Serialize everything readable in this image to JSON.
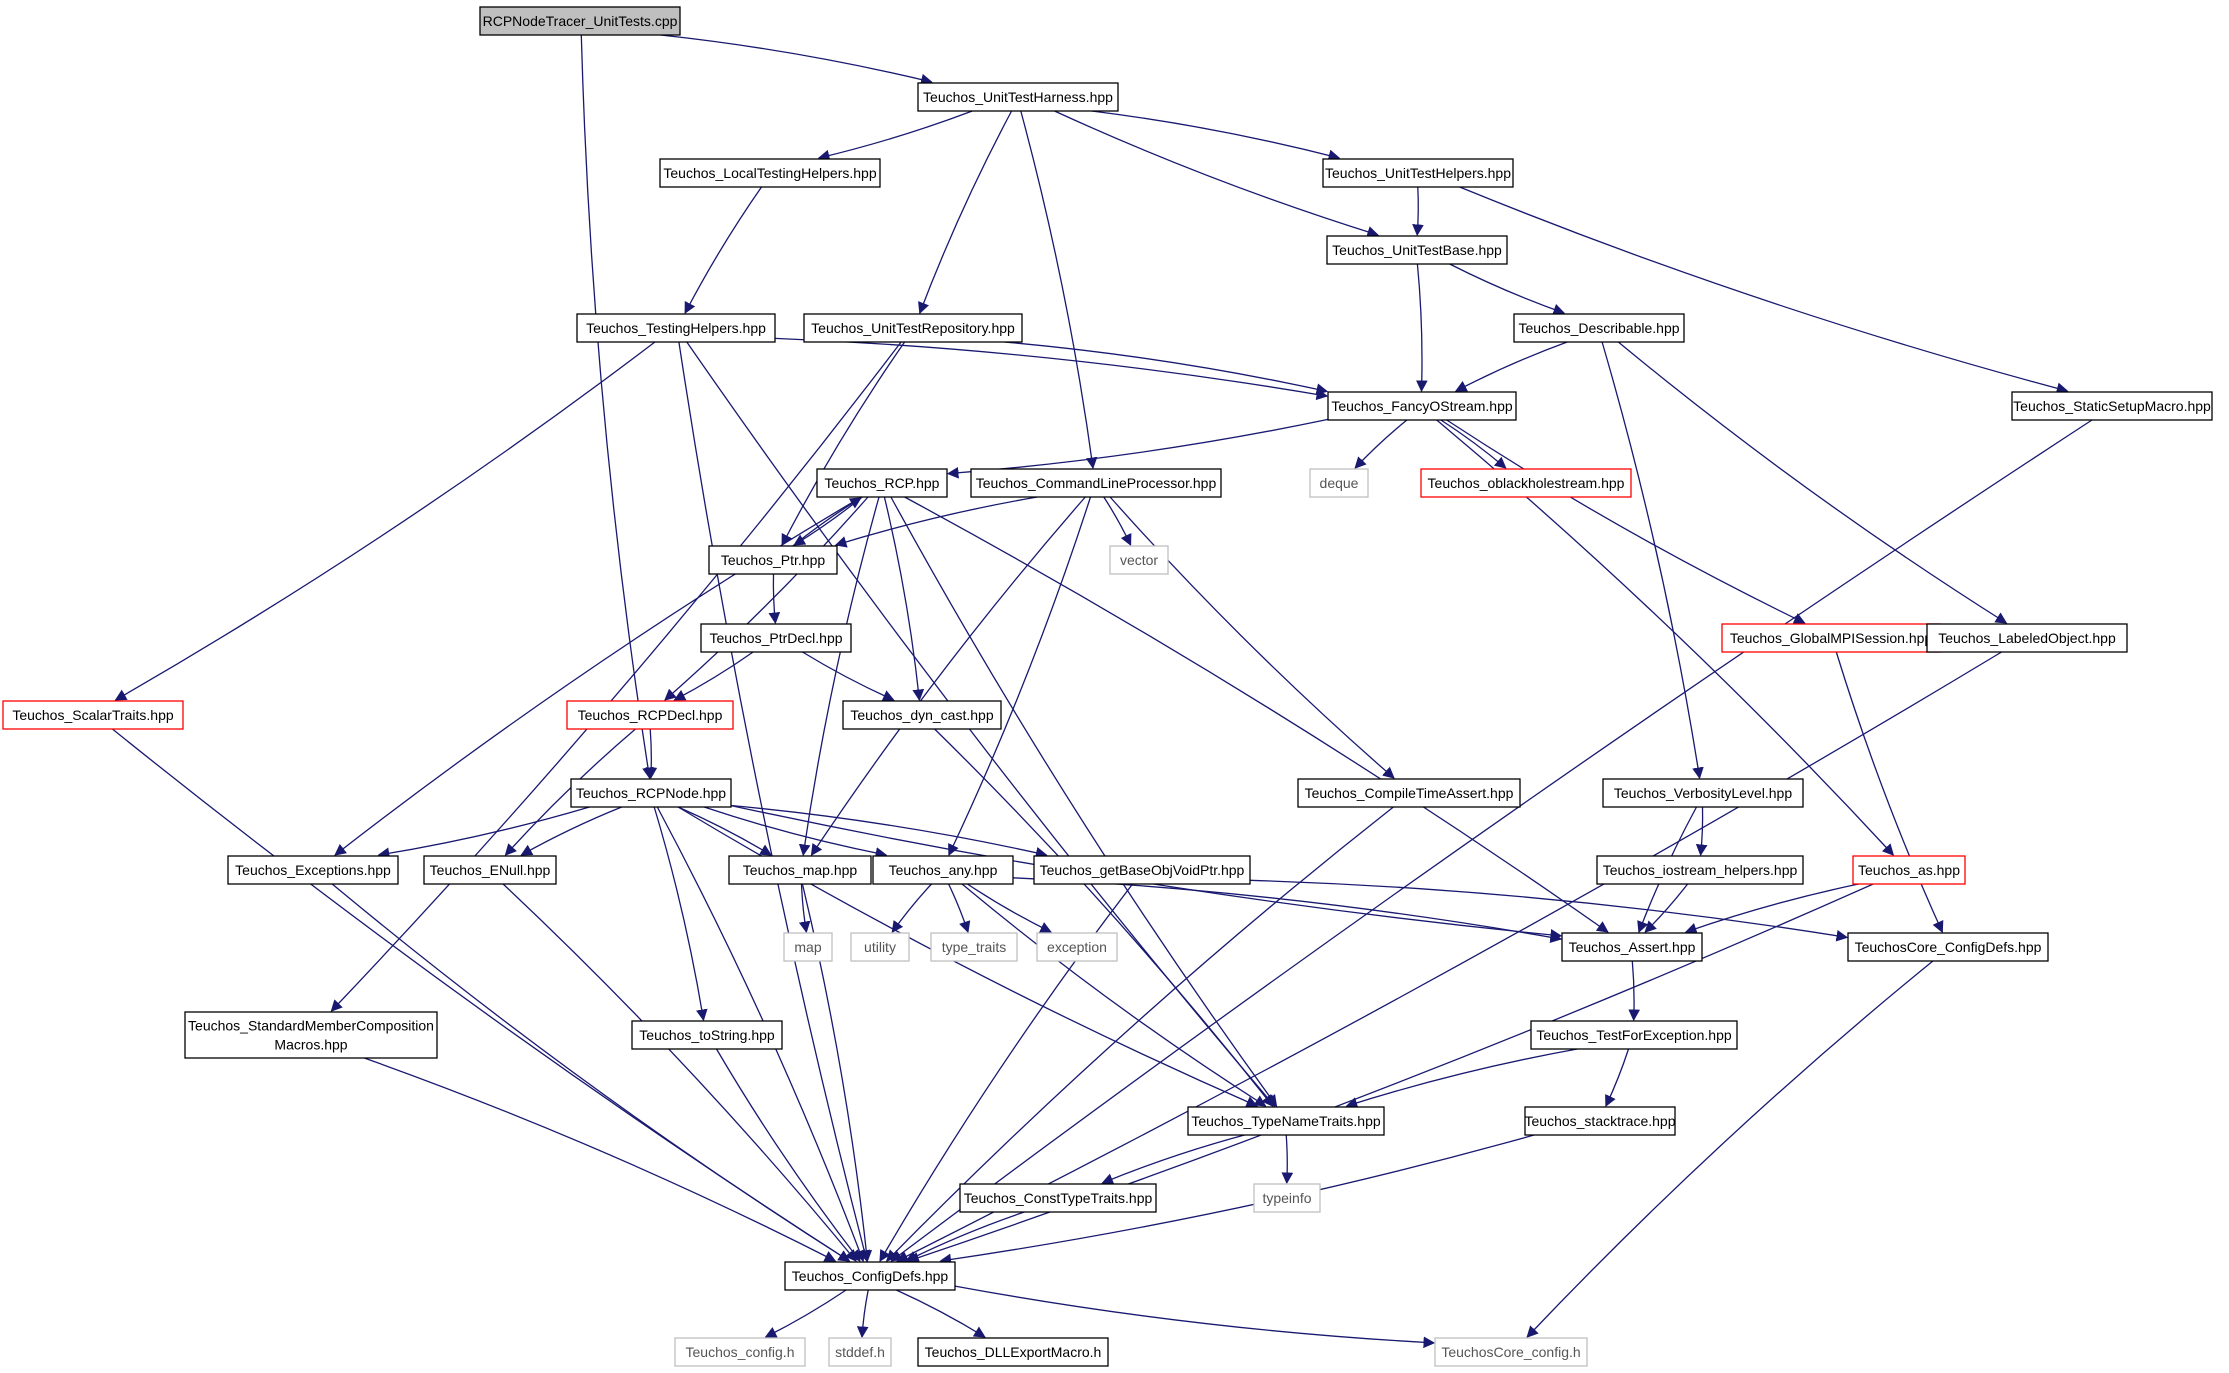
{
  "colors": {
    "edge": "#191970",
    "node_border": "#000000",
    "red_border": "#ff0000",
    "grey_border": "#bfbfbf",
    "root_fill": "#bfbfbf"
  },
  "nodes": [
    {
      "id": "root",
      "label": "RCPNodeTracer_UnitTests.cpp",
      "style": "root"
    },
    {
      "id": "uth",
      "label": "Teuchos_UnitTestHarness.hpp",
      "style": "normal"
    },
    {
      "id": "lth",
      "label": "Teuchos_LocalTestingHelpers.hpp",
      "style": "normal"
    },
    {
      "id": "uthelp",
      "label": "Teuchos_UnitTestHelpers.hpp",
      "style": "normal"
    },
    {
      "id": "utb",
      "label": "Teuchos_UnitTestBase.hpp",
      "style": "normal"
    },
    {
      "id": "th",
      "label": "Teuchos_TestingHelpers.hpp",
      "style": "normal"
    },
    {
      "id": "utr",
      "label": "Teuchos_UnitTestRepository.hpp",
      "style": "normal"
    },
    {
      "id": "desc",
      "label": "Teuchos_Describable.hpp",
      "style": "normal"
    },
    {
      "id": "fos",
      "label": "Teuchos_FancyOStream.hpp",
      "style": "normal"
    },
    {
      "id": "ssm",
      "label": "Teuchos_StaticSetupMacro.hpp",
      "style": "normal"
    },
    {
      "id": "rcp",
      "label": "Teuchos_RCP.hpp",
      "style": "normal"
    },
    {
      "id": "clp",
      "label": "Teuchos_CommandLineProcessor.hpp",
      "style": "normal"
    },
    {
      "id": "deque",
      "label": "deque",
      "style": "grey"
    },
    {
      "id": "obh",
      "label": "Teuchos_oblackholestream.hpp",
      "style": "red"
    },
    {
      "id": "ptr",
      "label": "Teuchos_Ptr.hpp",
      "style": "normal"
    },
    {
      "id": "vector",
      "label": "vector",
      "style": "grey"
    },
    {
      "id": "gmpi",
      "label": "Teuchos_GlobalMPISession.hpp",
      "style": "red"
    },
    {
      "id": "lo",
      "label": "Teuchos_LabeledObject.hpp",
      "style": "normal"
    },
    {
      "id": "ptrdecl",
      "label": "Teuchos_PtrDecl.hpp",
      "style": "normal"
    },
    {
      "id": "st",
      "label": "Teuchos_ScalarTraits.hpp",
      "style": "red"
    },
    {
      "id": "rcpdecl",
      "label": "Teuchos_RCPDecl.hpp",
      "style": "red"
    },
    {
      "id": "dyn",
      "label": "Teuchos_dyn_cast.hpp",
      "style": "normal"
    },
    {
      "id": "rcpnode",
      "label": "Teuchos_RCPNode.hpp",
      "style": "normal"
    },
    {
      "id": "cta",
      "label": "Teuchos_CompileTimeAssert.hpp",
      "style": "normal"
    },
    {
      "id": "vl",
      "label": "Teuchos_VerbosityLevel.hpp",
      "style": "normal"
    },
    {
      "id": "exc",
      "label": "Teuchos_Exceptions.hpp",
      "style": "normal"
    },
    {
      "id": "enull",
      "label": "Teuchos_ENull.hpp",
      "style": "normal"
    },
    {
      "id": "map",
      "label": "Teuchos_map.hpp",
      "style": "normal"
    },
    {
      "id": "any",
      "label": "Teuchos_any.hpp",
      "style": "normal"
    },
    {
      "id": "gbovp",
      "label": "Teuchos_getBaseObjVoidPtr.hpp",
      "style": "normal"
    },
    {
      "id": "ioh",
      "label": "Teuchos_iostream_helpers.hpp",
      "style": "normal"
    },
    {
      "id": "as",
      "label": "Teuchos_as.hpp",
      "style": "red"
    },
    {
      "id": "mapstd",
      "label": "map",
      "style": "grey"
    },
    {
      "id": "utility",
      "label": "utility",
      "style": "grey"
    },
    {
      "id": "typetraits",
      "label": "type_traits",
      "style": "grey"
    },
    {
      "id": "exception",
      "label": "exception",
      "style": "grey"
    },
    {
      "id": "assert",
      "label": "Teuchos_Assert.hpp",
      "style": "normal"
    },
    {
      "id": "tccd",
      "label": "TeuchosCore_ConfigDefs.hpp",
      "style": "normal"
    },
    {
      "id": "smc",
      "label": [
        "Teuchos_StandardMemberComposition",
        "Macros.hpp"
      ],
      "style": "normal"
    },
    {
      "id": "tostr",
      "label": "Teuchos_toString.hpp",
      "style": "normal"
    },
    {
      "id": "tfe",
      "label": "Teuchos_TestForException.hpp",
      "style": "normal"
    },
    {
      "id": "tnt",
      "label": "Teuchos_TypeNameTraits.hpp",
      "style": "normal"
    },
    {
      "id": "strace",
      "label": "Teuchos_stacktrace.hpp",
      "style": "normal"
    },
    {
      "id": "ctt",
      "label": "Teuchos_ConstTypeTraits.hpp",
      "style": "normal"
    },
    {
      "id": "typeinfo",
      "label": "typeinfo",
      "style": "grey"
    },
    {
      "id": "cd",
      "label": "Teuchos_ConfigDefs.hpp",
      "style": "normal"
    },
    {
      "id": "configh",
      "label": "Teuchos_config.h",
      "style": "grey"
    },
    {
      "id": "stddef",
      "label": "stddef.h",
      "style": "grey"
    },
    {
      "id": "dll",
      "label": "Teuchos_DLLExportMacro.h",
      "style": "normal"
    },
    {
      "id": "tcconfig",
      "label": "TeuchosCore_config.h",
      "style": "grey"
    }
  ],
  "edges": [
    [
      "root",
      "uth"
    ],
    [
      "root",
      "rcpnode"
    ],
    [
      "uth",
      "lth"
    ],
    [
      "uth",
      "utr"
    ],
    [
      "uth",
      "clp"
    ],
    [
      "uth",
      "utb"
    ],
    [
      "uth",
      "uthelp"
    ],
    [
      "lth",
      "th"
    ],
    [
      "uthelp",
      "utb"
    ],
    [
      "uthelp",
      "ssm"
    ],
    [
      "utb",
      "fos"
    ],
    [
      "utb",
      "desc"
    ],
    [
      "th",
      "st"
    ],
    [
      "th",
      "cd"
    ],
    [
      "th",
      "fos"
    ],
    [
      "th",
      "tnt"
    ],
    [
      "utr",
      "smc"
    ],
    [
      "utr",
      "ptr"
    ],
    [
      "utr",
      "fos"
    ],
    [
      "desc",
      "fos"
    ],
    [
      "desc",
      "vl"
    ],
    [
      "desc",
      "lo"
    ],
    [
      "fos",
      "rcp"
    ],
    [
      "fos",
      "deque"
    ],
    [
      "fos",
      "obh"
    ],
    [
      "fos",
      "gmpi"
    ],
    [
      "fos",
      "as"
    ],
    [
      "ssm",
      "cd"
    ],
    [
      "rcp",
      "ptr"
    ],
    [
      "rcp",
      "exc"
    ],
    [
      "rcp",
      "rcpdecl"
    ],
    [
      "rcp",
      "map"
    ],
    [
      "rcp",
      "dyn"
    ],
    [
      "rcp",
      "tnt"
    ],
    [
      "rcp",
      "assert"
    ],
    [
      "clp",
      "ptr"
    ],
    [
      "clp",
      "vector"
    ],
    [
      "clp",
      "map"
    ],
    [
      "clp",
      "any"
    ],
    [
      "clp",
      "cta"
    ],
    [
      "ptr",
      "rcp"
    ],
    [
      "ptr",
      "ptrdecl"
    ],
    [
      "ptrdecl",
      "rcpdecl"
    ],
    [
      "ptrdecl",
      "dyn"
    ],
    [
      "rcpdecl",
      "rcpnode"
    ],
    [
      "rcpdecl",
      "enull"
    ],
    [
      "dyn",
      "tnt"
    ],
    [
      "st",
      "cd"
    ],
    [
      "rcpnode",
      "exc"
    ],
    [
      "rcpnode",
      "enull"
    ],
    [
      "rcpnode",
      "map"
    ],
    [
      "rcpnode",
      "any"
    ],
    [
      "rcpnode",
      "gbovp"
    ],
    [
      "rcpnode",
      "assert"
    ],
    [
      "rcpnode",
      "tostr"
    ],
    [
      "rcpnode",
      "tnt"
    ],
    [
      "rcpnode",
      "cd"
    ],
    [
      "gmpi",
      "tccd"
    ],
    [
      "lo",
      "cd"
    ],
    [
      "cta",
      "cd"
    ],
    [
      "vl",
      "ioh"
    ],
    [
      "vl",
      "assert"
    ],
    [
      "ioh",
      "assert"
    ],
    [
      "as",
      "assert"
    ],
    [
      "as",
      "cd"
    ],
    [
      "exc",
      "cd"
    ],
    [
      "enull",
      "cd"
    ],
    [
      "map",
      "mapstd"
    ],
    [
      "map",
      "cd"
    ],
    [
      "any",
      "utility"
    ],
    [
      "any",
      "typetraits"
    ],
    [
      "any",
      "exception"
    ],
    [
      "any",
      "assert"
    ],
    [
      "any",
      "tnt"
    ],
    [
      "gbovp",
      "tccd"
    ],
    [
      "gbovp",
      "cd"
    ],
    [
      "assert",
      "tfe"
    ],
    [
      "tfe",
      "tnt"
    ],
    [
      "tfe",
      "strace"
    ],
    [
      "tccd",
      "tcconfig"
    ],
    [
      "smc",
      "cd"
    ],
    [
      "tostr",
      "cd"
    ],
    [
      "strace",
      "cd"
    ],
    [
      "tnt",
      "ctt"
    ],
    [
      "tnt",
      "typeinfo"
    ],
    [
      "ctt",
      "cd"
    ],
    [
      "cd",
      "configh"
    ],
    [
      "cd",
      "stddef"
    ],
    [
      "cd",
      "dll"
    ],
    [
      "cd",
      "tcconfig"
    ]
  ]
}
